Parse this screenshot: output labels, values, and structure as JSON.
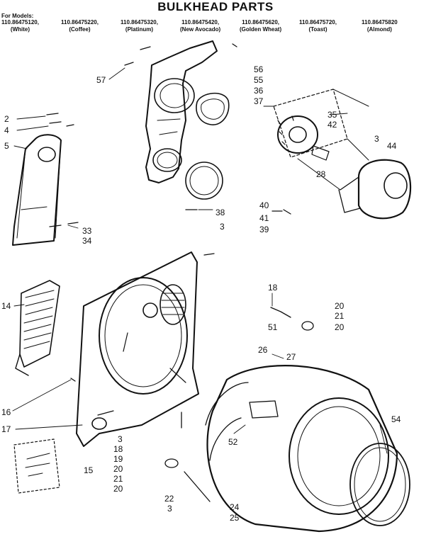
{
  "title": "BULKHEAD PARTS",
  "models_label": "For Models:",
  "models": [
    {
      "number": "110.86475120,",
      "color": "(White)"
    },
    {
      "number": "110.86475220,",
      "color": "(Coffee)"
    },
    {
      "number": "110.86475320,",
      "color": "(Platinum)"
    },
    {
      "number": "110.86475420,",
      "color": "(New Avocado)"
    },
    {
      "number": "110.86475620,",
      "color": "(Golden Wheat)"
    },
    {
      "number": "110.86475720,",
      "color": "(Toast)"
    },
    {
      "number": "110.86475820",
      "color": "(Almond)"
    }
  ],
  "callouts": [
    "57",
    "56",
    "55",
    "36",
    "37",
    "35",
    "42",
    "3",
    "44",
    "28",
    "2",
    "4",
    "5",
    "33",
    "34",
    "38",
    "3",
    "40",
    "41",
    "39",
    "14",
    "18",
    "20",
    "21",
    "20",
    "51",
    "26",
    "27",
    "16",
    "17",
    "3",
    "18",
    "19",
    "20",
    "21",
    "20",
    "52",
    "54",
    "15",
    "22",
    "3",
    "24",
    "25"
  ],
  "colors": {
    "ink": "#111111",
    "paper": "#ffffff"
  }
}
